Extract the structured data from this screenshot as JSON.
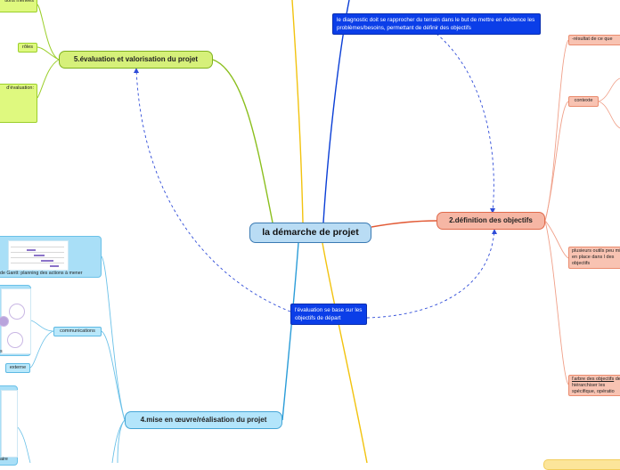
{
  "center": {
    "title": "la démarche de projet"
  },
  "branches": {
    "b5": {
      "label": "5.évaluation et valorisation du projet"
    },
    "b2": {
      "label": "2.définition des objectifs"
    },
    "b4": {
      "label": "4.mise en œuvre/réalisation du projet"
    }
  },
  "notes": {
    "n1": "le diagnostic doit se rapprocher du terrain dans le but de mettre en évidence les problèmes/besoins, permettant de définir des objectifs",
    "n2": "l'évaluation se base sur les objectifs de départ"
  },
  "green_leaves": {
    "l1": "tions menées",
    "l2": "rôles",
    "l3": "d'évaluation:"
  },
  "salmon_leaves": {
    "l1": "-résultat de ce que",
    "l2": "contexte",
    "l3": "plusieurs outils peu mis en place dans l des objectifs",
    "l4_u": "l'arbre des objectifs",
    "l4": " de hiérarchiser les spécifique, opératio"
  },
  "blue_leaves": {
    "l1": "communications",
    "l2": "externe"
  },
  "captions": {
    "c1": "de Gantt: planning des actions à mener",
    "c2": "s",
    "c3": "aire"
  },
  "colors": {
    "green": "#8bbf1e",
    "blue_main": "#0a3ed6",
    "yellow": "#f2c30f",
    "salmon": "#e25a35",
    "light_blue": "#4fb3de"
  }
}
